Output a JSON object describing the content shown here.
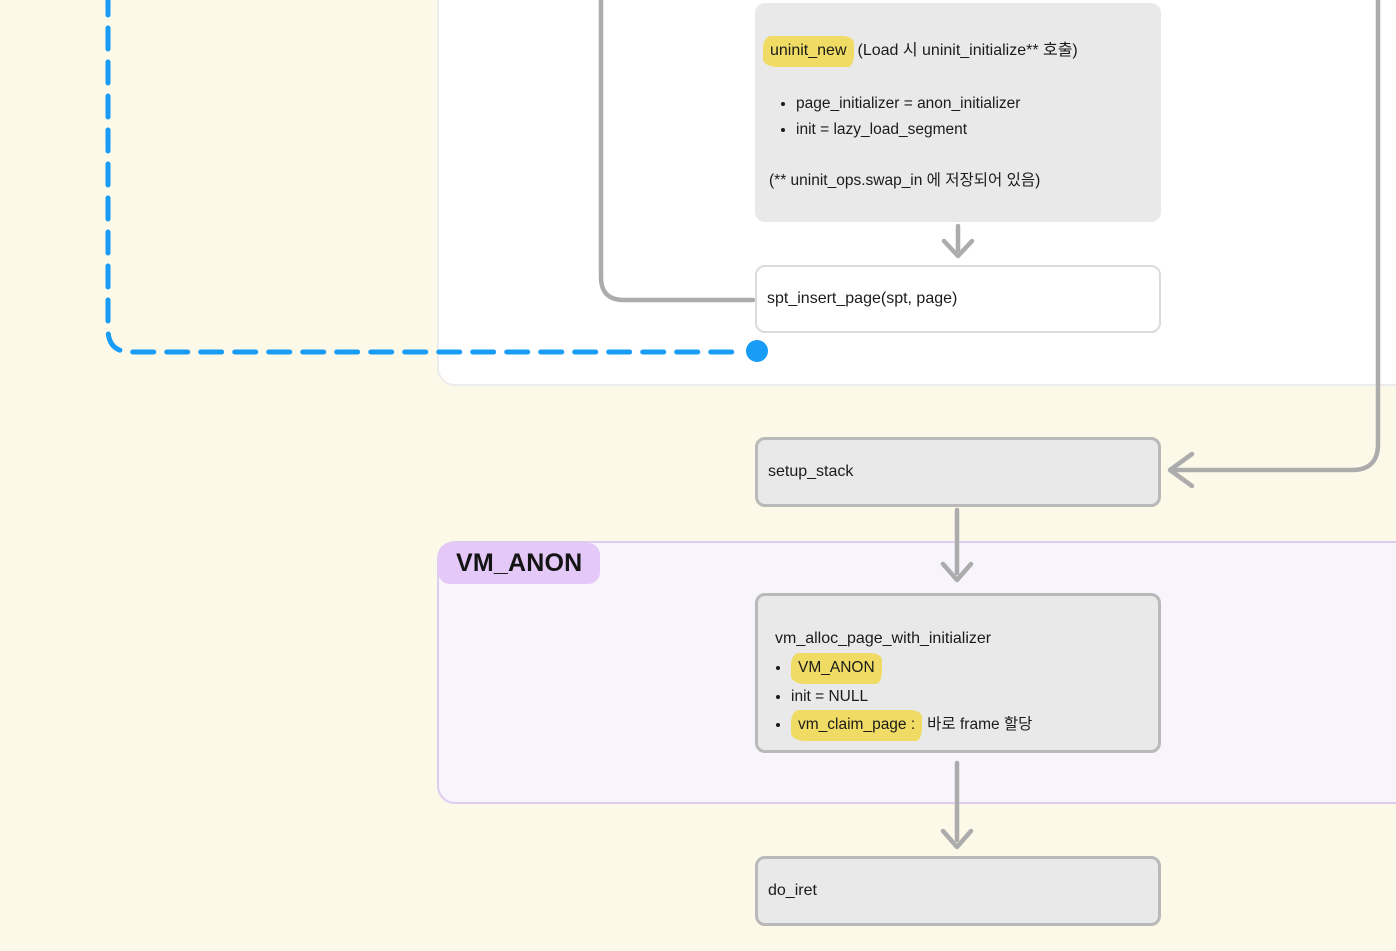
{
  "colors": {
    "background": "#FDF9E8",
    "panel_white": "#FFFFFF",
    "panel_purple": "#F8F4FC",
    "panel_purple_border": "#DECDF1",
    "badge_purple": "#E4C8F7",
    "node_gray_fill": "#E9E9E9",
    "node_gray_border": "#B9B9B9",
    "connector_gray": "#ACACAC",
    "connector_blue": "#189CF6",
    "highlight_yellow": "#F0DC64"
  },
  "groups": {
    "vm_anon": {
      "badge": "VM_ANON"
    }
  },
  "nodes": {
    "uninit": {
      "title_highlight": "uninit_new",
      "title_rest": "(Load 시 uninit_initialize** 호출)",
      "bullet_1": "page_initializer = anon_initializer",
      "bullet_2": "init = lazy_load_segment",
      "footnote": "(** uninit_ops.swap_in 에 저장되어 있음)"
    },
    "spt_insert": {
      "label": "spt_insert_page(spt, page)"
    },
    "setup_stack": {
      "label": "setup_stack"
    },
    "vm_alloc": {
      "title": "vm_alloc_page_with_initializer",
      "bullet_1_highlight": "VM_ANON",
      "bullet_2": "init = NULL",
      "bullet_3_highlight": "vm_claim_page :",
      "bullet_3_rest": "바로 frame 할당"
    },
    "do_iret": {
      "label": "do_iret"
    }
  }
}
